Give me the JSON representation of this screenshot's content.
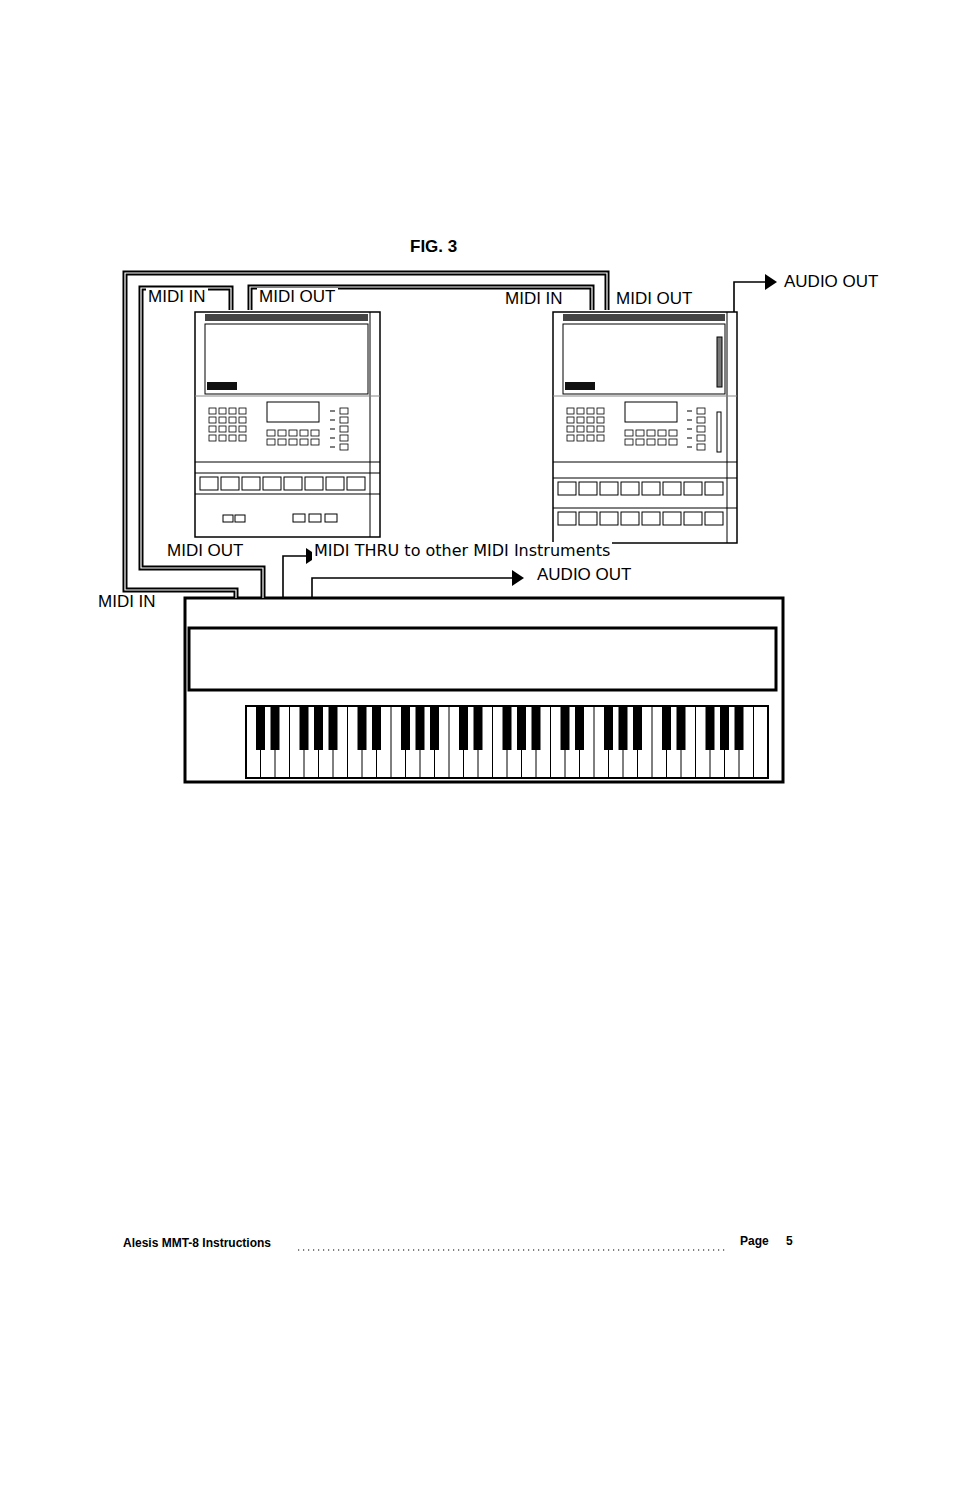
{
  "diagram": {
    "title": "FIG. 3",
    "labels": [
      "MIDI IN",
      "MIDI OUT",
      "MIDI IN",
      "MIDI OUT",
      "AUDIO OUT",
      "MIDI OUT",
      "MIDI THRU to other MIDI Instruments",
      "AUDIO OUT",
      "MIDI IN",
      "Alesis MMT-8 Instructions",
      "Page",
      "5"
    ]
  }
}
